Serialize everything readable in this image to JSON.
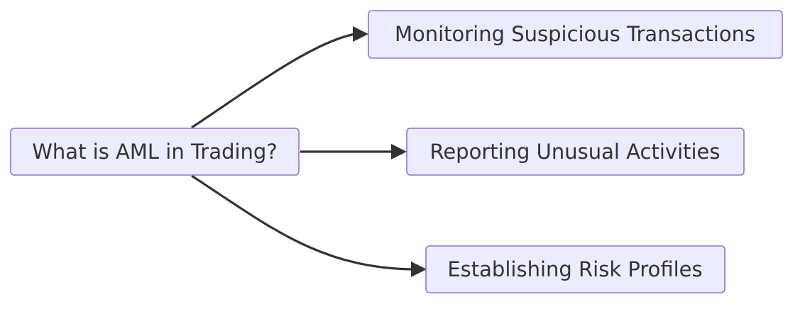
{
  "diagram": {
    "type": "flowchart",
    "direction": "left-to-right",
    "colors": {
      "node_fill": "#ECECFF",
      "node_border": "#9370DB",
      "edge": "#333333",
      "text": "#333333"
    },
    "nodes": [
      {
        "id": "root",
        "label": "What is AML in Trading?"
      },
      {
        "id": "monitoring",
        "label": "Monitoring Suspicious Transactions"
      },
      {
        "id": "reporting",
        "label": "Reporting Unusual Activities"
      },
      {
        "id": "profiles",
        "label": "Establishing Risk Profiles"
      }
    ],
    "edges": [
      {
        "from": "root",
        "to": "monitoring"
      },
      {
        "from": "root",
        "to": "reporting"
      },
      {
        "from": "root",
        "to": "profiles"
      }
    ]
  }
}
